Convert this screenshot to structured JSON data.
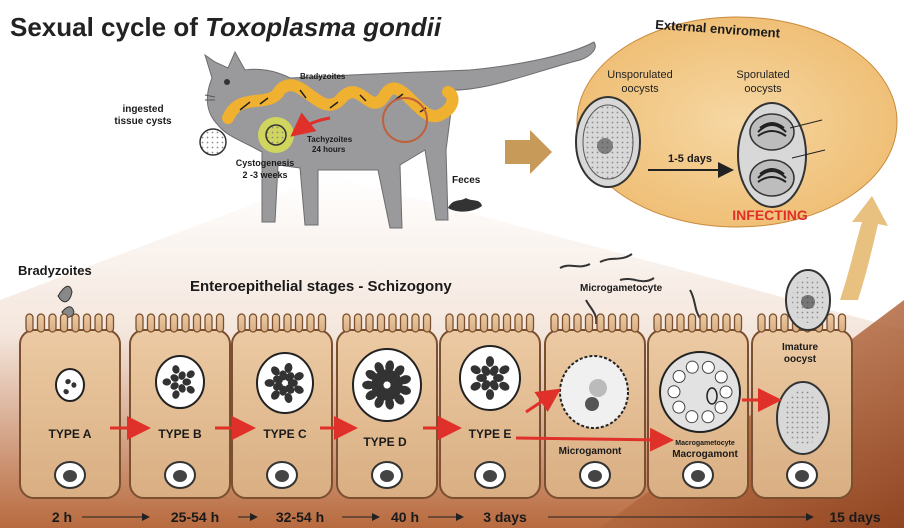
{
  "title": {
    "prefix": "Sexual cycle of ",
    "species": "Toxoplasma gondii"
  },
  "external": {
    "heading": "External enviroment",
    "unsporulated": [
      "Unsporulated",
      "oocysts"
    ],
    "sporulated": [
      "Sporulated",
      "oocysts"
    ],
    "duration": "1-5 days",
    "infecting": "INFECTING"
  },
  "cat": {
    "bradyzoites": "Bradyzoites",
    "ingested": [
      "ingested",
      "tissue cysts"
    ],
    "tachyzoites": [
      "Tachyzoites",
      "24 hours"
    ],
    "cystogenesis": [
      "Cystogenesis",
      "2 -3 weeks"
    ],
    "feces": "Feces"
  },
  "intestine": {
    "bradyzoites_label": "Bradyzoites",
    "stages_heading": "Enteroepithelial stages - Schizogony",
    "microgametocyte": "Microgametocyte",
    "microgamont": "Microgamont",
    "macrogametocyte": "Macrogametocyte",
    "macrogamont": "Macrogamont",
    "imature": [
      "Imature",
      "oocyst"
    ],
    "types": [
      "TYPE A",
      "TYPE B",
      "TYPE C",
      "TYPE D",
      "TYPE E"
    ]
  },
  "timeline": [
    "2 h",
    "25-54 h",
    "32-54 h",
    "40 h",
    "3 days",
    "15 days"
  ],
  "colors": {
    "oval_bg": "#f2c98a",
    "cell_fill": "#e8c49d",
    "cell_stroke": "#7a5030",
    "arrow_red": "#e0302a",
    "cat_gray": "#9a9a9c",
    "gut_yellow": "#f0b030",
    "brown_dark": "#9a4f28"
  }
}
